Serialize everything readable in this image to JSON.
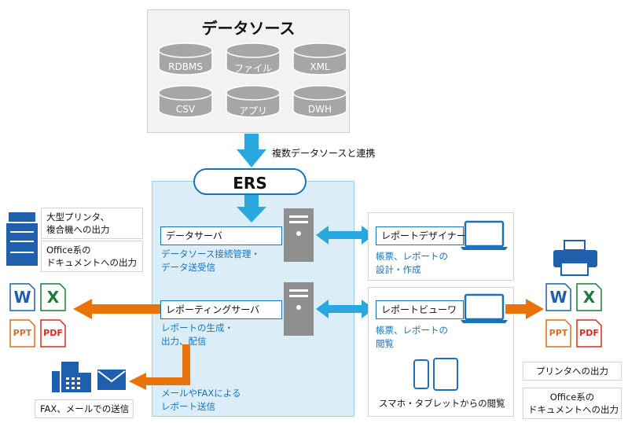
{
  "datasource": {
    "title": "データソース",
    "items": [
      "RDBMS",
      "ファイル",
      "XML",
      "CSV",
      "アプリ",
      "DWH"
    ]
  },
  "link_label": "複数データソースと連携",
  "ers": {
    "title": "ERS",
    "data_server": {
      "title": "データサーバ",
      "desc_line1": "データソース接続管理・",
      "desc_line2": "データ送受信"
    },
    "report_server": {
      "title": "レポーティングサーバ",
      "desc_line1": "レポートの生成・",
      "desc_line2": "出力、配信"
    },
    "mail_fax": {
      "line1": "メールやFAXによる",
      "line2": "レポート送信"
    }
  },
  "designer": {
    "title": "レポートデザイナー",
    "desc_line1": "帳票、レポートの",
    "desc_line2": "設計・作成"
  },
  "viewer": {
    "title": "レポートビューワ",
    "desc_line1": "帳票、レポートの",
    "desc_line2": "閲覧",
    "mobile": "スマホ・タブレットからの閲覧"
  },
  "left": {
    "printer_line1": "大型プリンタ、",
    "printer_line2": "複合機への出力",
    "office_line1": "Office系の",
    "office_line2": "ドキュメントへの出力",
    "fax_mail": "FAX、メールでの送信"
  },
  "right": {
    "printer": "プリンタへの出力",
    "office_line1": "Office系の",
    "office_line2": "ドキュメントへの出力"
  },
  "files": {
    "word": "W",
    "excel": "X",
    "ppt": "PPT",
    "pdf": "PDF"
  },
  "colors": {
    "blue": "#1a73b8",
    "light_blue_arrow": "#29a8e0",
    "orange": "#e8730c",
    "cylinder": "#a6a6a6",
    "server": "#8f8f8f",
    "ers_panel": "#dbeef8",
    "word": "#1f5fad",
    "excel": "#1e7b3a",
    "ppt": "#e06a1b",
    "pdf": "#d52b1e"
  }
}
